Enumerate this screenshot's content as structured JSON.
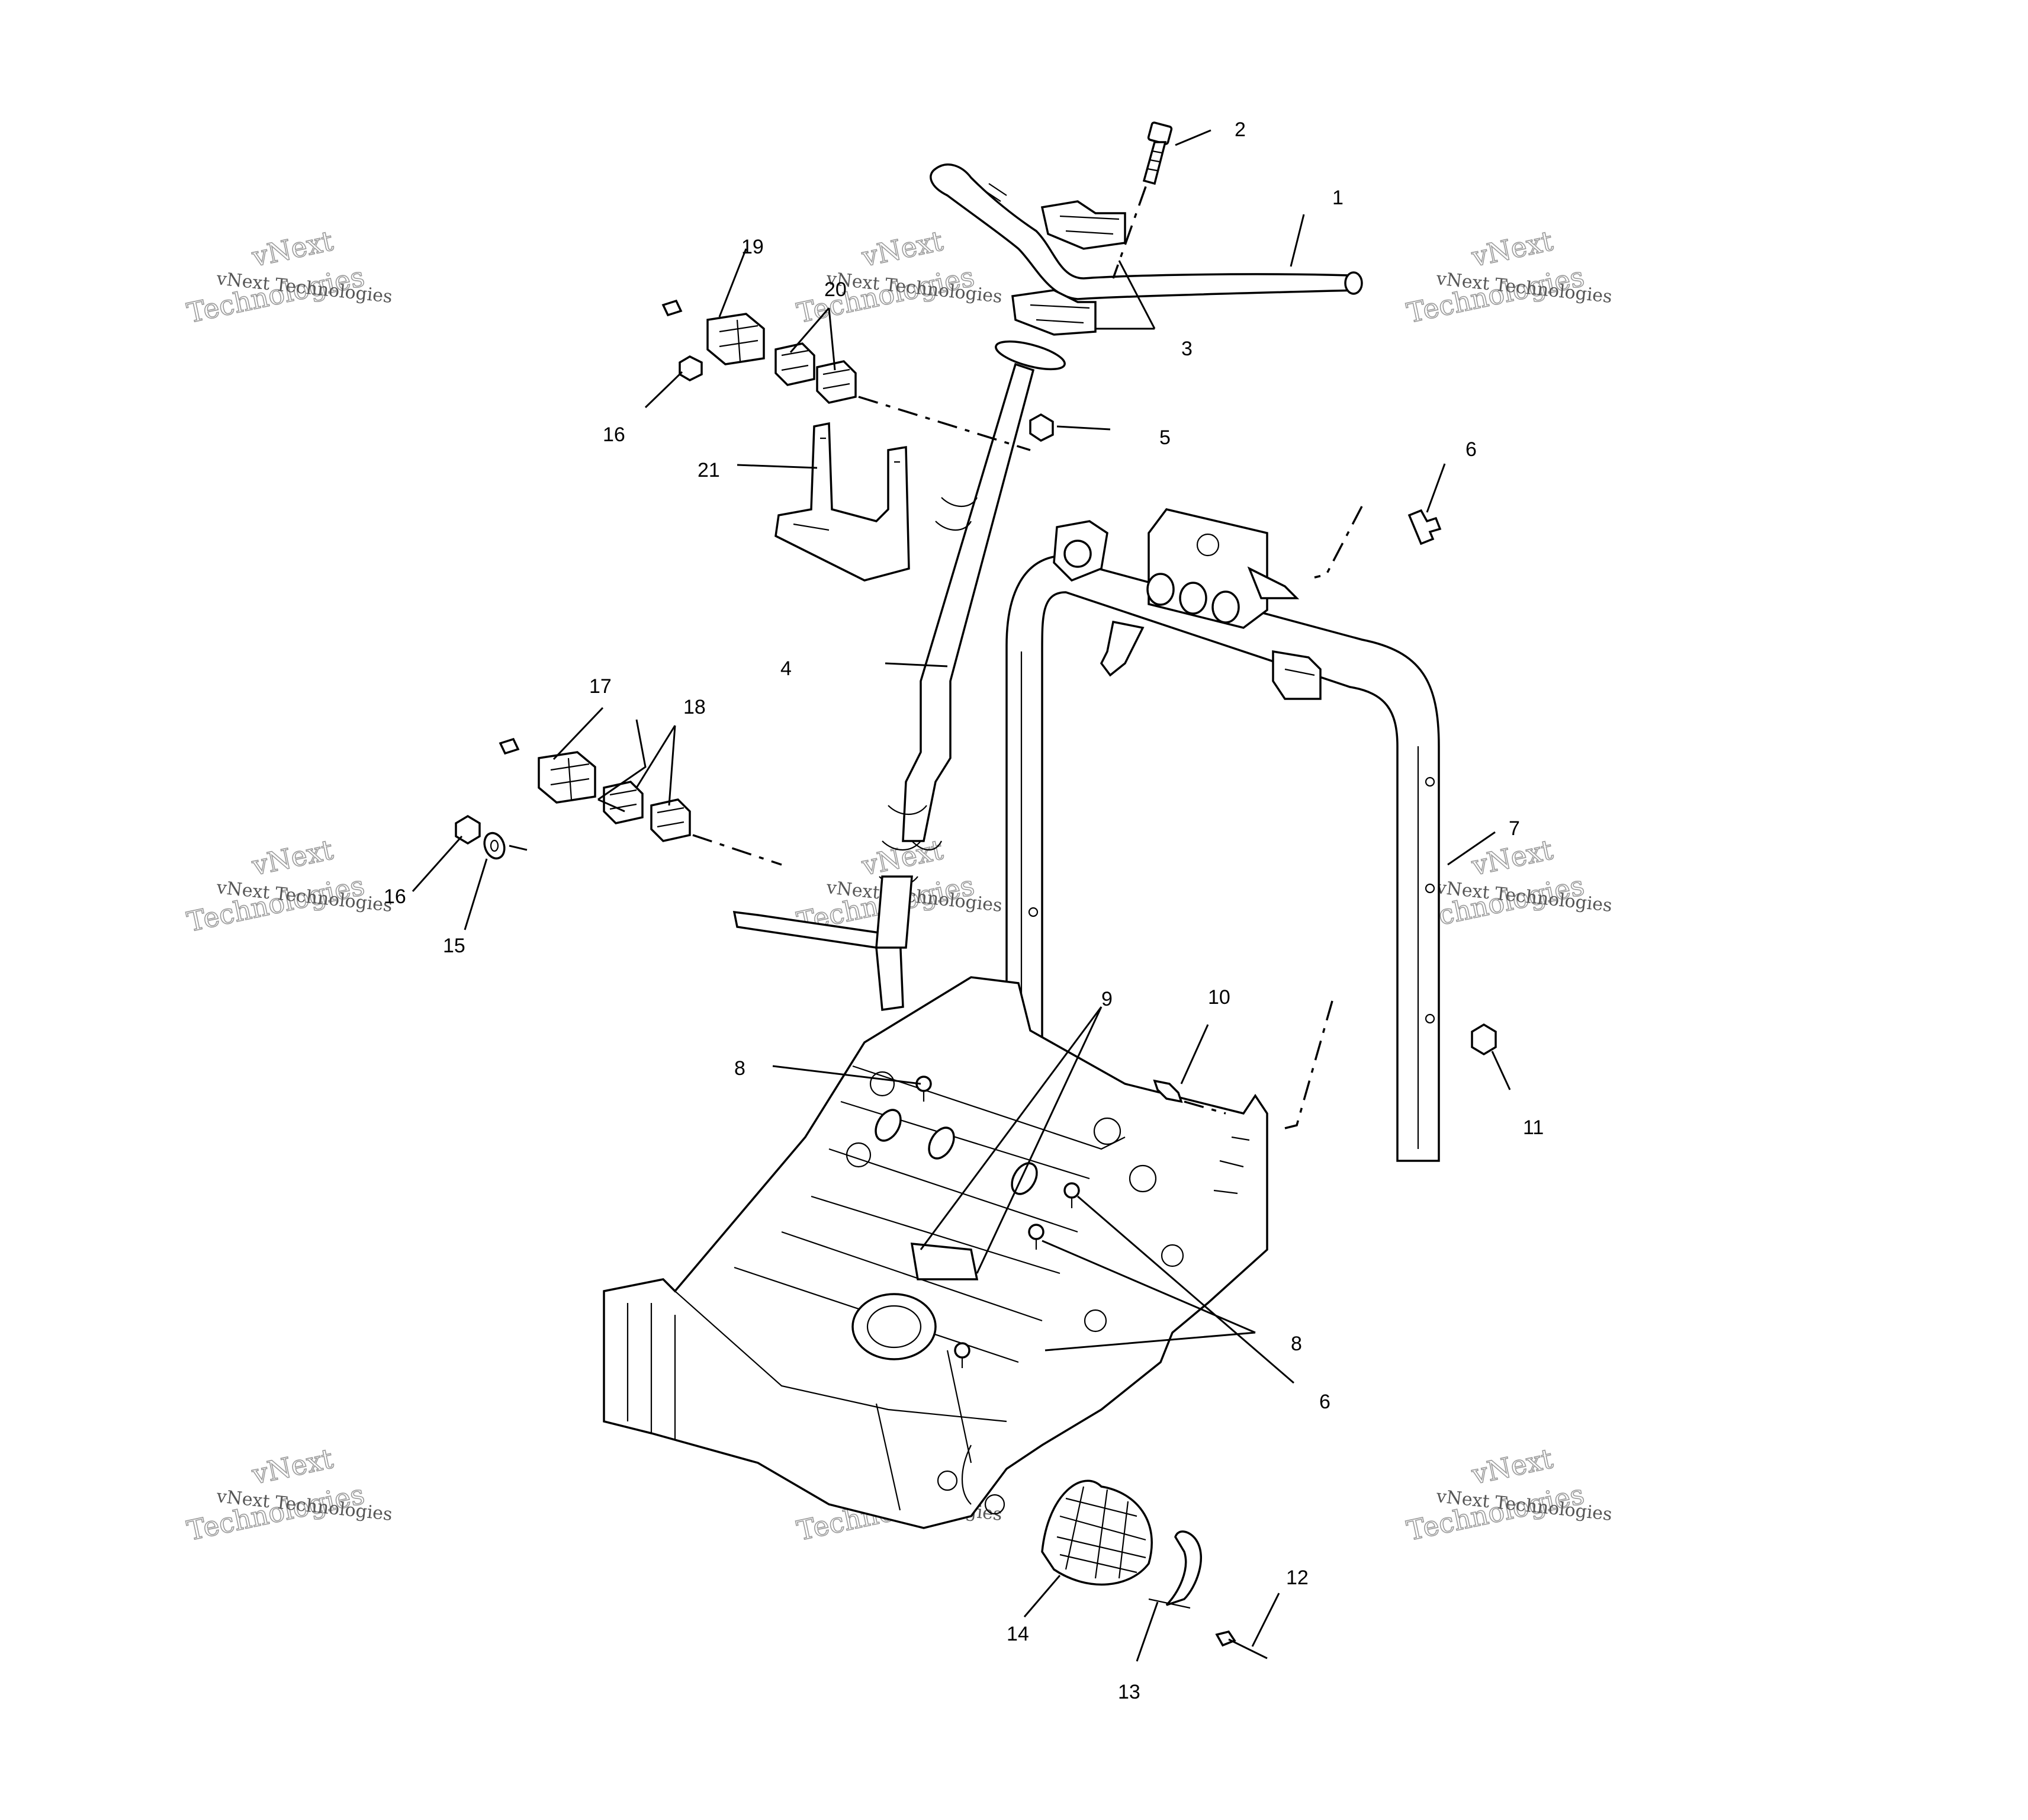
{
  "diagram": {
    "callouts": [
      "1",
      "2",
      "3",
      "4",
      "5",
      "6",
      "7",
      "8",
      "9",
      "10",
      "11",
      "12",
      "13",
      "14",
      "15",
      "16",
      "17",
      "18",
      "19",
      "20",
      "21"
    ],
    "repeated_callouts": {
      "six": "6",
      "eight": "8",
      "sixteen": "16"
    }
  },
  "watermark": {
    "line1": "vNext Technologies",
    "line2": "vNext",
    "line3": "Technologies"
  },
  "colors": {
    "ink": "#000000",
    "watermark": "#9a9a9a",
    "background": "#ffffff"
  }
}
